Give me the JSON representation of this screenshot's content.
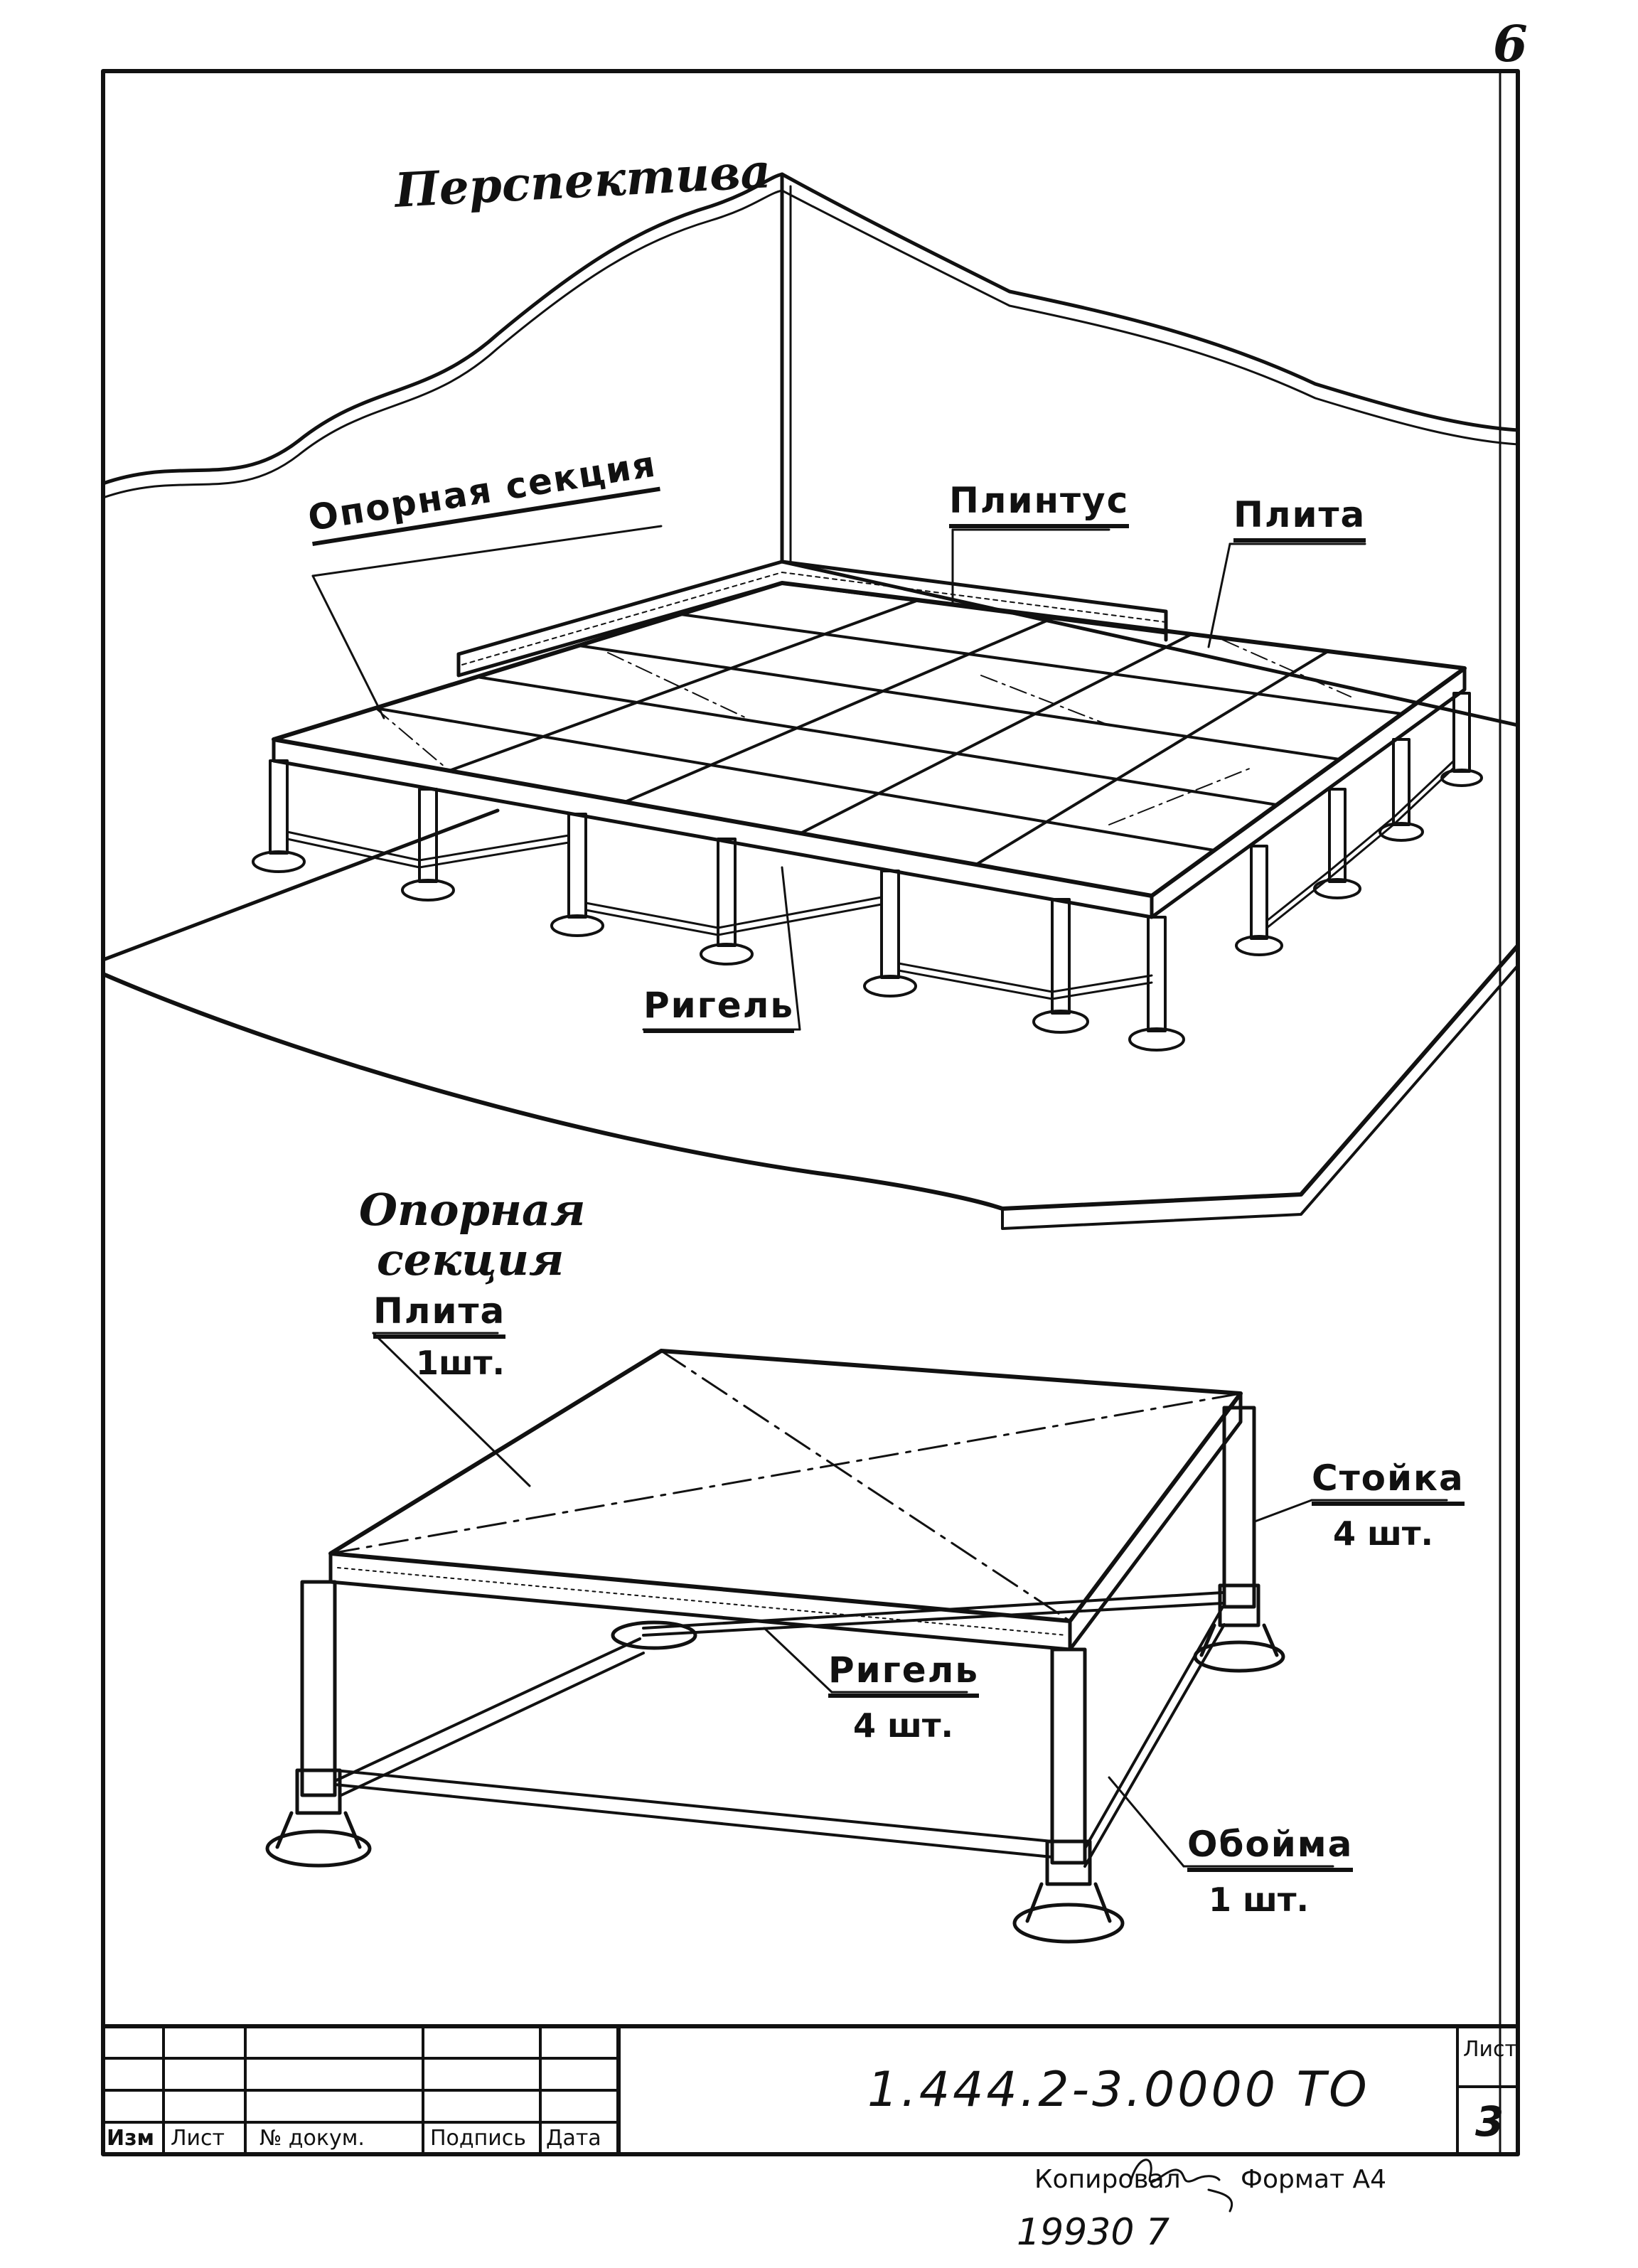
{
  "corner_mark": "6",
  "perspective": {
    "title": "Перспектива",
    "labels": {
      "support_section": "Опорная секция",
      "skirting": "Плинтус",
      "slab": "Плита",
      "crossbar": "Ригель"
    }
  },
  "support_section": {
    "title_line1": "Опорная",
    "title_line2": "секция",
    "slab": {
      "name": "Плита",
      "qty": "1шт."
    },
    "post": {
      "name": "Стойка",
      "qty": "4 шт."
    },
    "crossbar": {
      "name": "Ригель",
      "qty": "4 шт."
    },
    "clamp": {
      "name": "Обойма",
      "qty": "1 шт."
    }
  },
  "title_block": {
    "columns": [
      "Изм",
      "Лист",
      "№ докум.",
      "Подпись",
      "Дата"
    ],
    "doc_number": "1.444.2-3.0000 ТО",
    "sheet_label": "Лист",
    "sheet_number": "3"
  },
  "footer": {
    "copied_by": "Копировал",
    "format": "Формат А4",
    "stamp": "19930 7"
  }
}
